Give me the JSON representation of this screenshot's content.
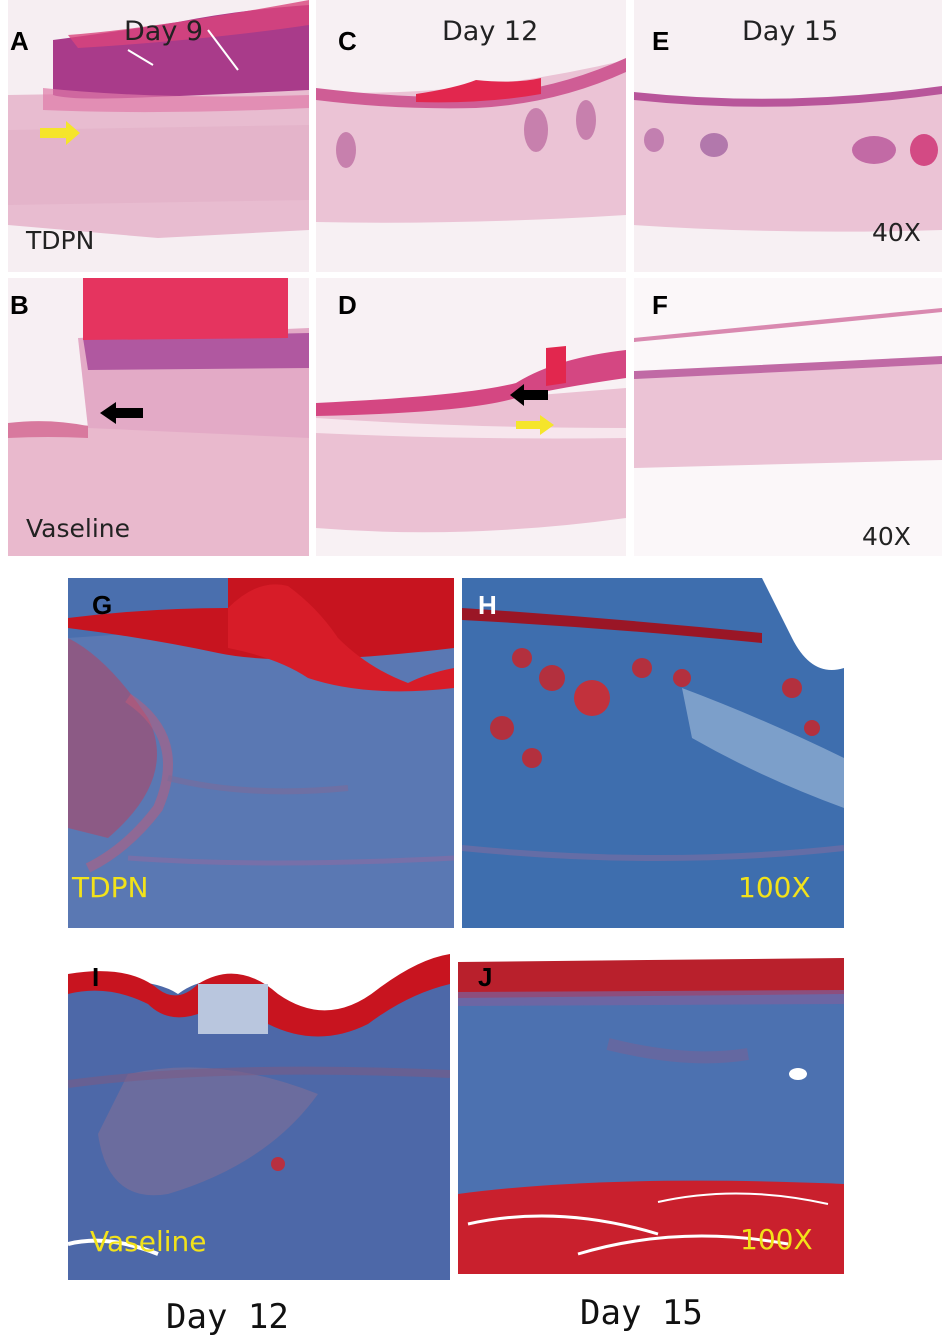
{
  "figure": {
    "he_panels": {
      "A": {
        "letter": "A",
        "day": "Day 9",
        "group": "TDPN"
      },
      "B": {
        "letter": "B",
        "group": "Vaseline"
      },
      "C": {
        "letter": "C",
        "day": "Day 12"
      },
      "D": {
        "letter": "D"
      },
      "E": {
        "letter": "E",
        "day": "Day 15",
        "magnification": "40X"
      },
      "F": {
        "letter": "F",
        "magnification": "40X"
      }
    },
    "mt_panels": {
      "G": {
        "letter": "G",
        "group": "TDPN"
      },
      "H": {
        "letter": "H",
        "magnification": "100X"
      },
      "I": {
        "letter": "I",
        "group": "Vaseline"
      },
      "J": {
        "letter": "J",
        "magnification": "100X"
      }
    },
    "captions": {
      "left": "Day 12",
      "right": "Day 15"
    },
    "colors": {
      "he_background": "#f7eef3",
      "he_tissue": "#e9b6cd",
      "he_epidermis": "#c84a8a",
      "he_scab": "#e2274e",
      "mt_blue": "#3f6fae",
      "mt_red": "#d11f2a",
      "arrow_yellow": "#f5e52a",
      "arrow_black": "#000000"
    }
  }
}
